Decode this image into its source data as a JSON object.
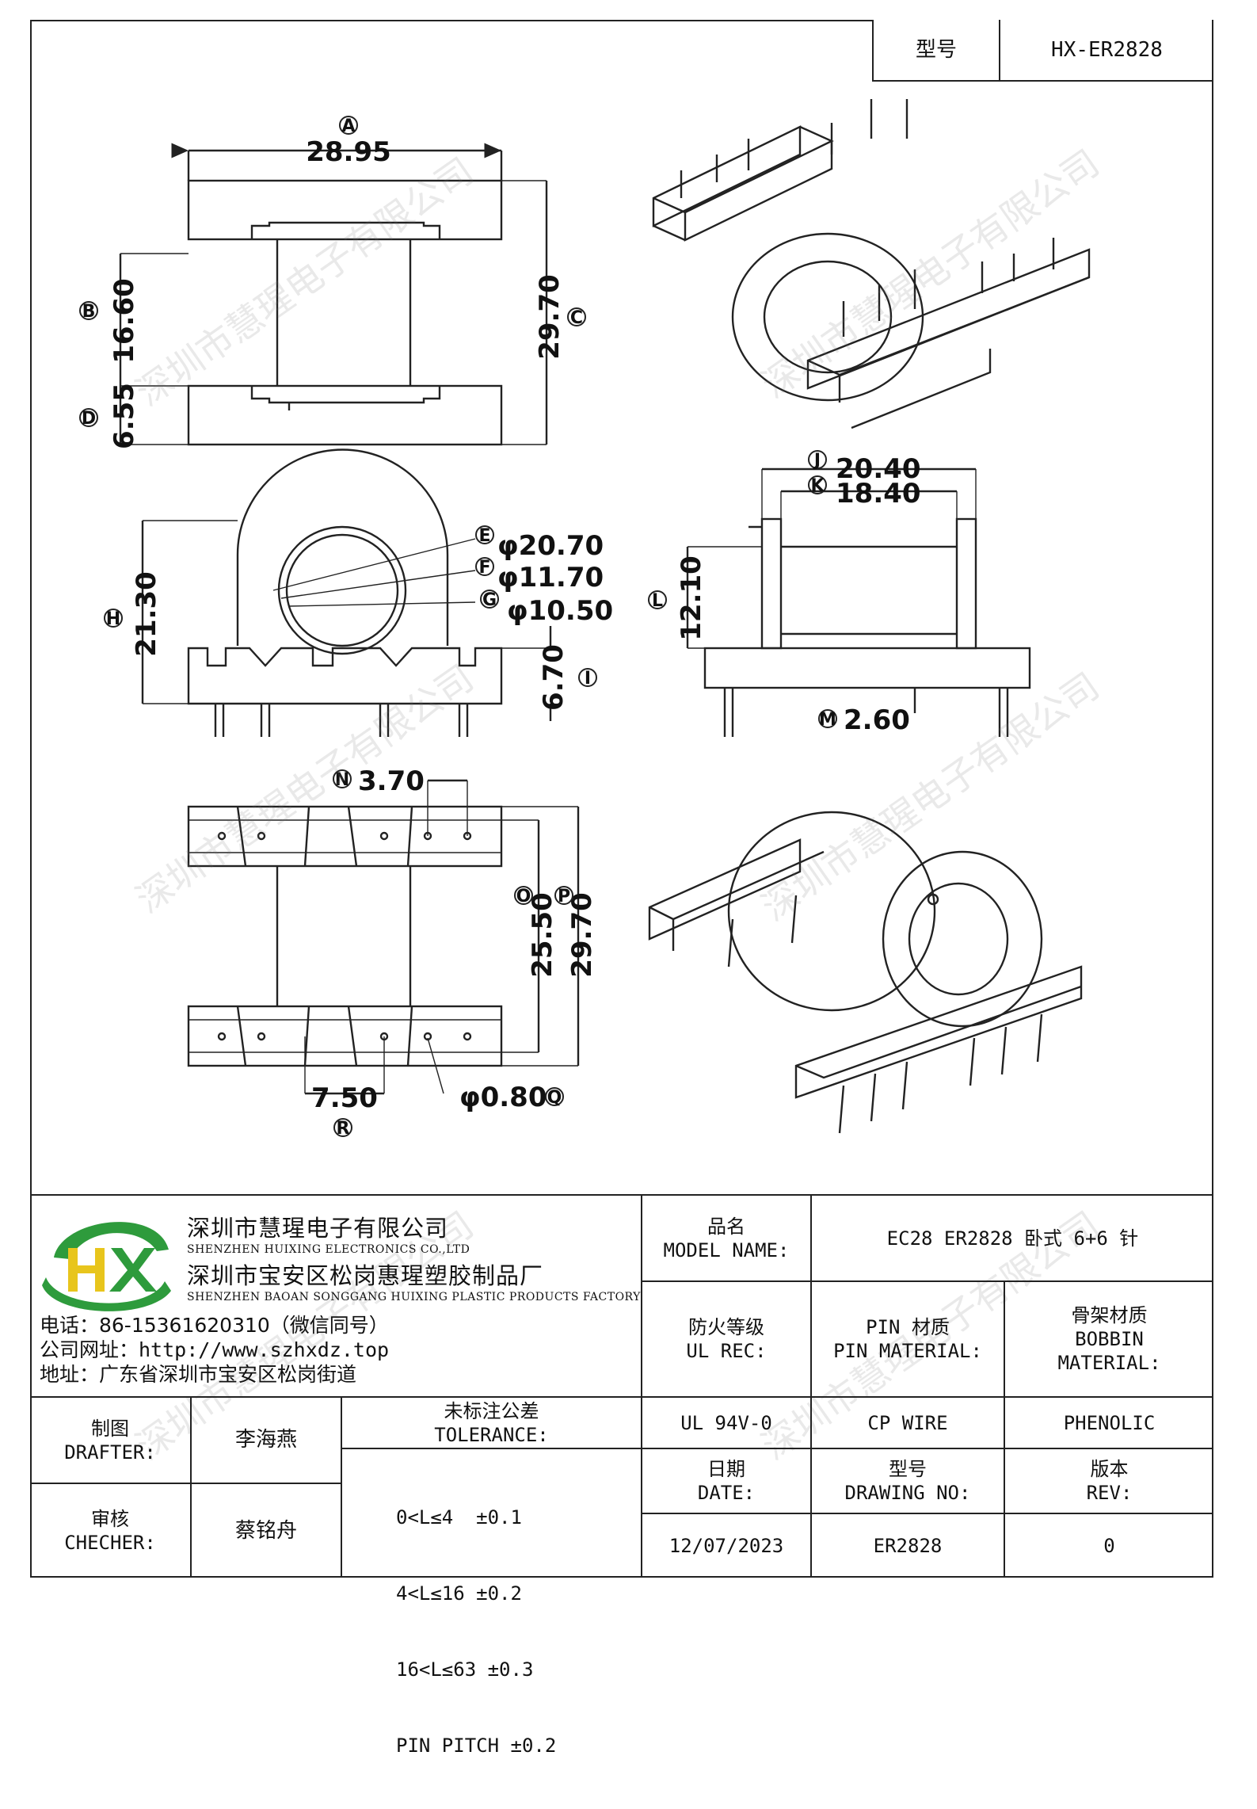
{
  "header": {
    "model_label": "型号",
    "model_value": "HX-ER2828"
  },
  "dimensions": {
    "A": {
      "letter": "A",
      "value": "28.95"
    },
    "B": {
      "letter": "B",
      "value": "16.60"
    },
    "C": {
      "letter": "C",
      "value": "29.70"
    },
    "D": {
      "letter": "D",
      "value": "6.55"
    },
    "E": {
      "letter": "E",
      "value": "φ20.70"
    },
    "F": {
      "letter": "F",
      "value": "φ11.70"
    },
    "G": {
      "letter": "G",
      "value": "φ10.50"
    },
    "H": {
      "letter": "H",
      "value": "21.30"
    },
    "I": {
      "letter": "I",
      "value": "6.70"
    },
    "J": {
      "letter": "J",
      "value": "20.40"
    },
    "K": {
      "letter": "K",
      "value": "18.40"
    },
    "L": {
      "letter": "L",
      "value": "12.10"
    },
    "M": {
      "letter": "M",
      "value": "2.60"
    },
    "N": {
      "letter": "N",
      "value": "3.70"
    },
    "O": {
      "letter": "O",
      "value": "25.50"
    },
    "P": {
      "letter": "P",
      "value": "29.70"
    },
    "Q": {
      "letter": "Q",
      "value": "φ0.80"
    },
    "R": {
      "letter": "R",
      "value": "7.50"
    }
  },
  "watermark": "深圳市慧瑆电子有限公司",
  "company": {
    "name_cn": "深圳市慧瑆电子有限公司",
    "name_en": "SHENZHEN HUIXING ELECTRONICS CO.,LTD",
    "factory_cn": "深圳市宝安区松岗惠瑆塑胶制品厂",
    "factory_en": "SHENZHEN BAOAN SONGGANG HUIXING PLASTIC PRODUCTS FACTORY",
    "phone": "电话：86-15361620310（微信同号）",
    "website": "公司网址：http://www.szhxdz.top",
    "address": "地址：广东省深圳市宝安区松岗街道",
    "logo_letters": "HX",
    "logo_colors": {
      "green": "#2e9b3c",
      "yellow": "#e8c51c"
    }
  },
  "table": {
    "model_name_cn": "品名",
    "model_name_en": "MODEL NAME:",
    "model_name_value": "EC28 ER2828 卧式 6+6 针",
    "ul_rec_cn": "防火等级",
    "ul_rec_en": "UL REC:",
    "pin_material_cn": "PIN 材质",
    "pin_material_en": "PIN MATERIAL:",
    "bobbin_material_cn": "骨架材质",
    "bobbin_material_en1": "BOBBIN",
    "bobbin_material_en2": "MATERIAL:",
    "ul_value": "UL 94V-0",
    "pin_value": "CP WIRE",
    "bobbin_value": "PHENOLIC",
    "drafter_cn": "制图",
    "drafter_en": "DRAFTER:",
    "drafter_name": "李海燕",
    "checker_cn": "审核",
    "checker_en": "CHECHER:",
    "checker_name": "蔡铭舟",
    "tolerance_cn": "未标注公差",
    "tolerance_en": "TOLERANCE:",
    "tolerance_lines": [
      "0<L≤4  ±0.1",
      "4<L≤16 ±0.2",
      "16<L≤63 ±0.3",
      "PIN PITCH ±0.2"
    ],
    "date_cn": "日期",
    "date_en": "DATE:",
    "date_value": "12/07/2023",
    "drawing_no_cn": "型号",
    "drawing_no_en": "DRAWING NO:",
    "drawing_no_value": "ER2828",
    "rev_cn": "版本",
    "rev_en": "REV:",
    "rev_value": "0"
  }
}
